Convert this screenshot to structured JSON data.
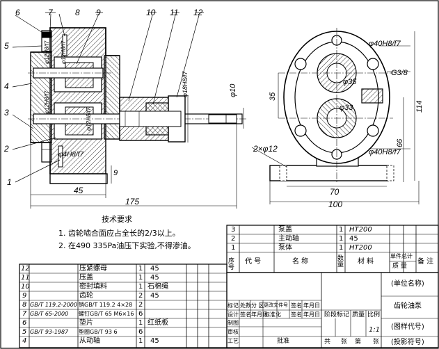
{
  "part_labels": [
    "1",
    "2",
    "3",
    "4",
    "5",
    "6",
    "7",
    "8",
    "9",
    "10",
    "11",
    "12"
  ],
  "dims": {
    "d45": "45",
    "d175": "175",
    "d9": "9",
    "d10": "φ10",
    "d18": "φ18H8/f7",
    "d12f7": "φ12H8/f7",
    "d12f7b": "φ12H8/f7",
    "d12f7c": "φ12H8/f7",
    "d4": "φ4H8/f7",
    "d12t": "φ12H8/f7",
    "d40a": "φ40H8/f7",
    "d40b": "φ40H8/f7",
    "d35": "φ35",
    "d33": "φ33",
    "g38": "G3/8",
    "v35": "35",
    "v114": "114",
    "v66": "66",
    "h70": "70",
    "h100": "100",
    "holes": "2×φ12"
  },
  "tech": {
    "title": "技术要求",
    "line1": "1. 齿轮啮合面应占全长的2/3以上。",
    "line2": "2. 在490 335Pa油压下实验,不得渗油。"
  },
  "bom_upper": [
    {
      "no": "3",
      "code": "",
      "name": "泵盖",
      "qty": "1",
      "mat": "HT200",
      "note": ""
    },
    {
      "no": "2",
      "code": "",
      "name": "主动轴",
      "qty": "1",
      "mat": "45",
      "note": ""
    },
    {
      "no": "1",
      "code": "",
      "name": "泵体",
      "qty": "1",
      "mat": "HT200",
      "note": ""
    }
  ],
  "bom_header": {
    "no": "序号",
    "code": "代 号",
    "name": "名 称",
    "qty": "数量",
    "mat": "材 料",
    "unit": "单件总计",
    "weight": "质 量",
    "note": "备 注"
  },
  "bom_lower": [
    {
      "no": "12",
      "code": "",
      "name": "压紧螺母",
      "qty": "1",
      "mat": "45"
    },
    {
      "no": "11",
      "code": "",
      "name": "压盖",
      "qty": "1",
      "mat": "45"
    },
    {
      "no": "10",
      "code": "",
      "name": "密封填料",
      "qty": "1",
      "mat": "石棉绳"
    },
    {
      "no": "9",
      "code": "",
      "name": "齿轮",
      "qty": "2",
      "mat": "45"
    },
    {
      "no": "8",
      "code": "GB/T 119.2-2000",
      "name": "销GB/T 119.2 4×28",
      "qty": "2",
      "mat": ""
    },
    {
      "no": "7",
      "code": "GB/T 65-2000",
      "name": "螺钉GB/T 65 M6×16",
      "qty": "6",
      "mat": ""
    },
    {
      "no": "6",
      "code": "",
      "name": "垫片",
      "qty": "1",
      "mat": "红纸板"
    },
    {
      "no": "5",
      "code": "GB/T 93-1987",
      "name": "垫圈GB/T 93 6",
      "qty": "6",
      "mat": ""
    },
    {
      "no": "4",
      "code": "",
      "name": "从动轴",
      "qty": "1",
      "mat": "45"
    }
  ],
  "title_block": {
    "unit_name": "(单位名称)",
    "drawing_name": "齿轮油泵",
    "drawing_code": "(图样代号)",
    "film_code": "(投影符号)",
    "scale": "1:1",
    "row1": [
      "标记",
      "处数",
      "分 区",
      "更改文件号",
      "签名",
      "年月日"
    ],
    "row2": [
      "设计",
      "签名",
      "年月日",
      "标准化",
      "签名",
      "年月日"
    ],
    "stage": [
      "阶段标记",
      "质量",
      "比例"
    ],
    "draw": "制图",
    "check": "审核",
    "process": "工艺",
    "approve": "批准",
    "sheets": [
      "共",
      "张",
      "第",
      "张"
    ]
  }
}
